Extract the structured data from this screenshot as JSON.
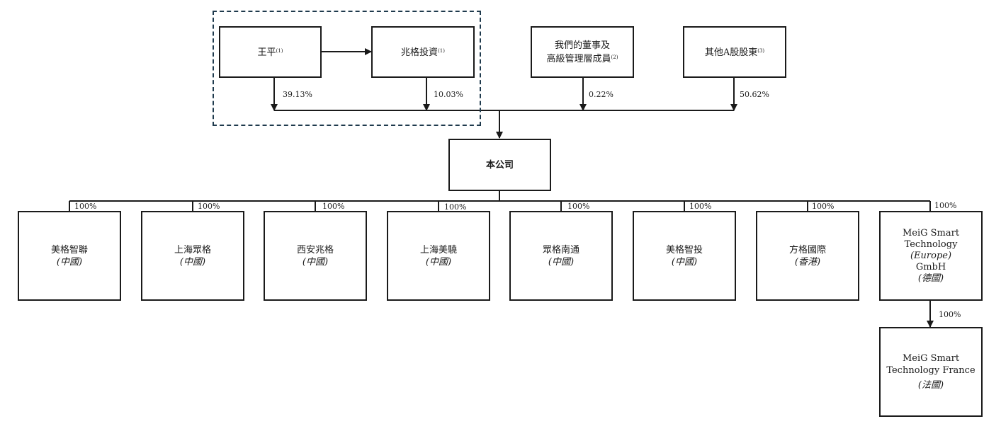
{
  "shareholders": {
    "wang_ping": {
      "label": "王平",
      "note": "(1)",
      "pct": "39.13%"
    },
    "zhaoge": {
      "label": "兆格投資",
      "note": "(1)",
      "pct": "10.03%"
    },
    "directors": {
      "line1": "我們的董事及",
      "line2": "高級管理層成員",
      "note": "(2)",
      "pct": "0.22%"
    },
    "other": {
      "label": "其他A股股東",
      "note": "(3)",
      "pct": "50.62%"
    }
  },
  "company": {
    "label": "本公司"
  },
  "subsidiaries": [
    {
      "name": "美格智聯",
      "region": "(中國)",
      "pct": "100%"
    },
    {
      "name": "上海眾格",
      "region": "(中國)",
      "pct": "100%"
    },
    {
      "name": "西安兆格",
      "region": "(中國)",
      "pct": "100%"
    },
    {
      "name": "上海美驍",
      "region": "(中國)",
      "pct": "100%"
    },
    {
      "name": "眾格南通",
      "region": "(中國)",
      "pct": "100%"
    },
    {
      "name": "美格智投",
      "region": "(中國)",
      "pct": "100%"
    },
    {
      "name": "方格國際",
      "region": "(香港)",
      "pct": "100%"
    }
  ],
  "europe": {
    "line1": "MeiG Smart",
    "line2": "Technology",
    "line3": "(Europe)",
    "line4": "GmbH",
    "region": "(德國)",
    "pct": "100%"
  },
  "france": {
    "line1": "MeiG Smart",
    "line2": "Technology France",
    "region": "(法國)",
    "pct": "100%"
  }
}
